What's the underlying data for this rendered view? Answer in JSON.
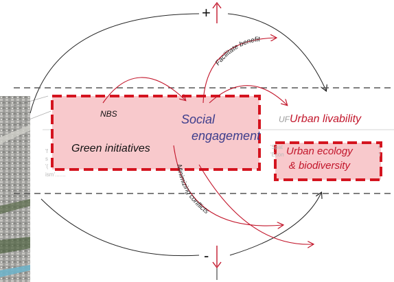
{
  "labels": {
    "nbs": "NBS",
    "green_initiatives": "Green initiatives",
    "social_line1": "Social",
    "social_line2": "engagement",
    "uf_prefix": "UF",
    "urban_livability": "Urban livability",
    "ecology_line1": "Urban ecology",
    "ecology_line2": "& biodiversity",
    "plus": "+",
    "minus": "-",
    "facilitate_benefits": "Facilitate benefits",
    "minimizing_conflicts": "Minimizing conflicts"
  },
  "faint_text": {
    "left_1": "'f",
    "left_2": "s",
    "left_3": "'(",
    "left_4": "ism'.......",
    "right_1": "'Spat",
    "right_2": "'Econ",
    "right_3": "r",
    "right_4": "'r"
  },
  "colors": {
    "accent_red": "#c2152a",
    "box_fill": "#f8c9cc",
    "social_text": "#3d3d8c",
    "dashed_line": "#555555"
  }
}
